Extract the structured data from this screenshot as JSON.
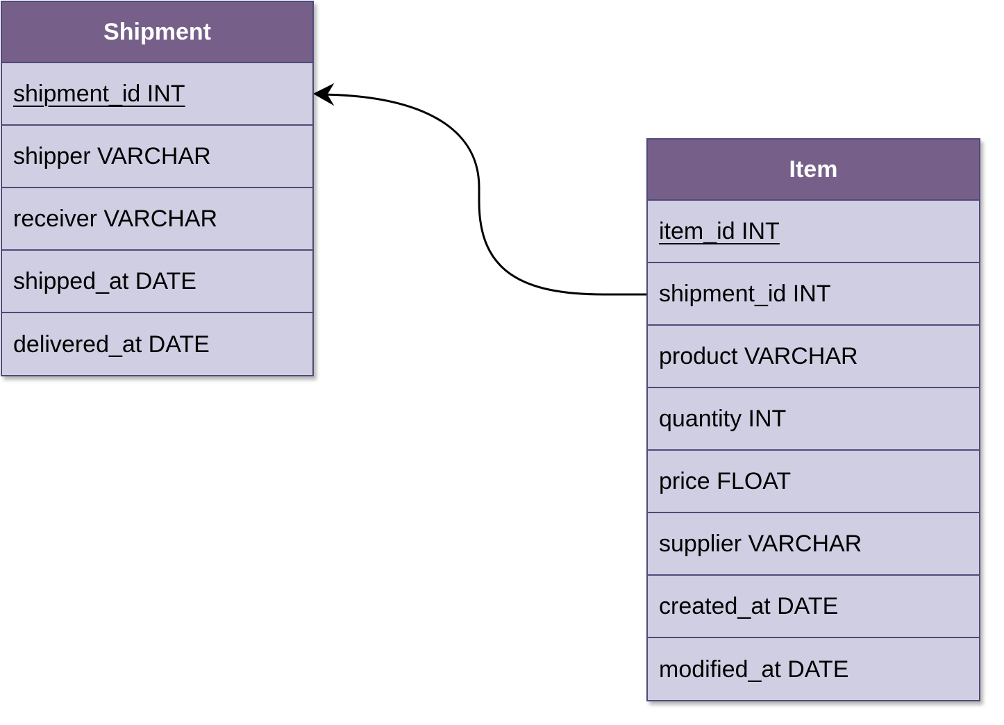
{
  "colors": {
    "header_fill": "#76608a",
    "body_fill": "#d0cee2",
    "border": "#4f4a7a",
    "header_text": "#ffffff",
    "connector": "#000000"
  },
  "entities": {
    "shipment": {
      "title": "Shipment",
      "fields": [
        {
          "label": "shipment_id INT",
          "primary_key": true
        },
        {
          "label": "shipper VARCHAR",
          "primary_key": false
        },
        {
          "label": "receiver VARCHAR",
          "primary_key": false
        },
        {
          "label": "shipped_at DATE",
          "primary_key": false
        },
        {
          "label": "delivered_at DATE",
          "primary_key": false
        }
      ]
    },
    "item": {
      "title": "Item",
      "fields": [
        {
          "label": "item_id INT",
          "primary_key": true
        },
        {
          "label": "shipment_id INT",
          "primary_key": false
        },
        {
          "label": "product VARCHAR",
          "primary_key": false
        },
        {
          "label": "quantity INT",
          "primary_key": false
        },
        {
          "label": "price FLOAT",
          "primary_key": false
        },
        {
          "label": "supplier VARCHAR",
          "primary_key": false
        },
        {
          "label": "created_at DATE",
          "primary_key": false
        },
        {
          "label": "modified_at DATE",
          "primary_key": false
        }
      ]
    }
  },
  "relationships": [
    {
      "from": "item.shipment_id",
      "to": "shipment.shipment_id",
      "arrow": "filled-arrow"
    }
  ]
}
